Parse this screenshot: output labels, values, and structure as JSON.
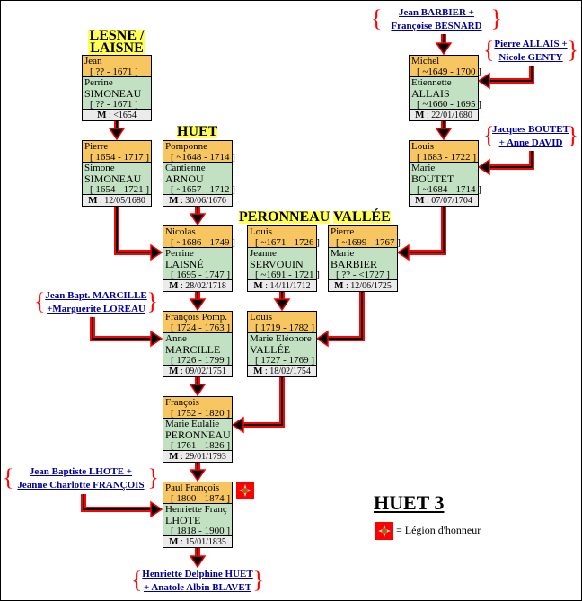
{
  "title": "HUET 3",
  "legend": {
    "icon": "legion-honneur-medal-icon",
    "text": "= Légion d'honneur"
  },
  "surnames": {
    "lesne": "LESNE /",
    "laisne": "LAISNE",
    "huet": "HUET",
    "peronneau": "PERONNEAU",
    "vallee": "VALLÉE"
  },
  "couples": [
    {
      "id": "jean-perrine",
      "husband": "Jean",
      "husband_dates": "[ ?? - 1671 ]",
      "wife_first": "Perrine",
      "wife_last": "SIMONEAU",
      "wife_dates": "[ ?? - 1671 ]",
      "m_label": "M",
      "marriage": ": <1654"
    },
    {
      "id": "pierre-simone",
      "husband": "Pierre",
      "husband_dates": "[ 1654 - 1717 ]",
      "wife_first": "Simone",
      "wife_last": "SIMONEAU",
      "wife_dates": "[ 1654 - 1721 ]",
      "m_label": "M",
      "marriage": ": 12/05/1680"
    },
    {
      "id": "pomponne-cantienne",
      "husband": "Pomponne",
      "husband_dates": "[ ~1648 - 1714 ]",
      "wife_first": "Cantienne",
      "wife_last": "ARNOU",
      "wife_dates": "[ ~1657 - 1712 ]",
      "m_label": "M",
      "marriage": ": 30/06/1676"
    },
    {
      "id": "nicolas-perrine",
      "husband": "Nicolas",
      "husband_dates": "[ ~1686 - 1749 ]",
      "wife_first": "Perrine",
      "wife_last": "LAISNÉ",
      "wife_dates": "[ 1695 - 1747 ]",
      "m_label": "M",
      "marriage": ": 28/02/1718"
    },
    {
      "id": "louis-jeanne",
      "husband": "Louis",
      "husband_dates": "[ ~1671 - 1726 ]",
      "wife_first": "Jeanne",
      "wife_last": "SERVOUIN",
      "wife_dates": "[ ~1691 - 1721 ]",
      "m_label": "M",
      "marriage": ": 14/11/1712"
    },
    {
      "id": "pierre-marie",
      "husband": "Pierre",
      "husband_dates": "[ ~1699 - 1767 ]",
      "wife_first": "Marie",
      "wife_last": "BARBIER",
      "wife_dates": "[ ?? - <1727 ]",
      "m_label": "M",
      "marriage": ": 12/06/1725"
    },
    {
      "id": "michel-etiennette",
      "husband": "Michel",
      "husband_dates": "[ ~1649 - 1700 ]",
      "wife_first": "Etiennette",
      "wife_last": "ALLAIS",
      "wife_dates": "[ ~1660 - 1695 ]",
      "m_label": "M",
      "marriage": ": 22/01/1680"
    },
    {
      "id": "louis-marie-boutet",
      "husband": "Louis",
      "husband_dates": "[ 1683 - 1722 ]",
      "wife_first": "Marie",
      "wife_last": "BOUTET",
      "wife_dates": "[ ~1684 - 1714 ]",
      "m_label": "M",
      "marriage": ": 07/07/1704"
    },
    {
      "id": "francois-pomp-anne",
      "husband": "François Pomp.",
      "husband_dates": "[ 1724 - 1763 ]",
      "wife_first": "Anne",
      "wife_last": "MARCILLE",
      "wife_dates": "[ 1726 - 1799 ]",
      "m_label": "M",
      "marriage": ": 09/02/1751"
    },
    {
      "id": "louis-marie-eleonore",
      "husband": "Louis",
      "husband_dates": "[ 1719 - 1782 ]",
      "wife_first": "Marie Eléonore",
      "wife_last": "VALLÉE",
      "wife_dates": "[ 1727 - 1769 ]",
      "m_label": "M",
      "marriage": ": 18/02/1754"
    },
    {
      "id": "francois-marie-eulalie",
      "husband": "François",
      "husband_dates": "[ 1752 - 1820 ]",
      "wife_first": "Marie Eulalie",
      "wife_last": "PERONNEAU",
      "wife_dates": "[ 1761 - 1826 ]",
      "m_label": "M",
      "marriage": ": 29/01/1793"
    },
    {
      "id": "paul-francois-henriette",
      "husband": "Paul François",
      "husband_dates": "[ 1800 - 1874 ]",
      "wife_first": "Henriette Franç",
      "wife_last": "LHOTE",
      "wife_dates": "[ 1818 - 1900 ]",
      "m_label": "M",
      "marriage": ": 15/01/1835",
      "legion_honneur": true
    }
  ],
  "external_links": [
    {
      "id": "barbier-besnard",
      "lines": [
        "Jean BARBIER +",
        "Françoise BESNARD"
      ]
    },
    {
      "id": "allais-genty",
      "lines": [
        "Pierre ALLAIS +",
        "Nicole GENTY"
      ]
    },
    {
      "id": "boutet-david",
      "lines": [
        "Jacques BOUTET",
        "+ Anne DAVID"
      ]
    },
    {
      "id": "marcille-loreau",
      "lines": [
        "Jean Bapt. MARCILLE",
        "+Marguerite LOREAU"
      ]
    },
    {
      "id": "lhote-francois",
      "lines": [
        "Jean Baptiste LHOTE +",
        "Jeanne Charlotte FRANÇOIS"
      ]
    },
    {
      "id": "huet-blavet",
      "lines": [
        "Henriette Delphine HUET",
        "+ Anatole Albin BLAVET"
      ]
    }
  ],
  "colors": {
    "husband_bg": "#f8c660",
    "wife_bg": "#c2e0c2",
    "marriage_bg": "#ebebeb",
    "surname_bg": "#ffff55",
    "link": "#000099",
    "arrow_outer": "#ff0000",
    "arrow_inner": "#000000"
  }
}
